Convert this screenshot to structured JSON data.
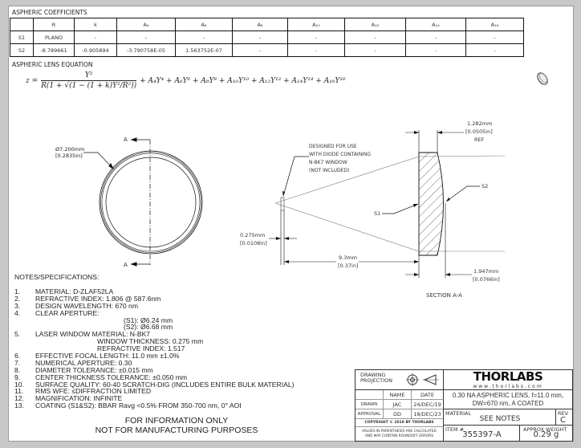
{
  "coefficients": {
    "title": "ASPHERIC COEFFICIENTS",
    "headers": [
      "",
      "R",
      "k",
      "A₄",
      "A₆",
      "A₈",
      "A₁₀",
      "A₁₂",
      "A₁₄",
      "A₁₆"
    ],
    "rows": [
      [
        "S1",
        "PLANO",
        "-",
        "-",
        "-",
        "-",
        "-",
        "-",
        "-",
        "-"
      ],
      [
        "S2",
        "-8.789661",
        "-0.905894",
        "-3.790758E-05",
        "1.563752E-07",
        "-",
        "-",
        "-",
        "-",
        "-"
      ]
    ]
  },
  "equation": {
    "title": "ASPHERIC LENS  EQUATION",
    "lhs": "z =",
    "numerator": "Y²",
    "denominator": "R(1 + √(1 − (1 + k)Y²/R²))",
    "terms": "+ A₄Y⁴ + A₆Y⁶ + A₈Y⁸ + A₁₀Y¹⁰ + A₁₂Y¹² + A₁₄Y¹⁴ + A₁₆Y¹⁶"
  },
  "front_view": {
    "diameter_mm": "Ø7.200mm",
    "diameter_in": "[0.2835in]",
    "section_label": "A"
  },
  "section_view": {
    "note_lines": [
      "DESIGNED FOR USE",
      "WITH DIODE CONTAINING",
      "N-BK7 WINDOW",
      "(NOT INCLUDED)"
    ],
    "edge_thickness_mm": "1.282mm",
    "edge_thickness_in": "[0.0505in]",
    "edge_ref": "REF",
    "s1": "S1",
    "s2": "S2",
    "window_mm": "0.275mm",
    "window_in": "[0.0108in]",
    "working_distance_mm": "9.3mm",
    "working_distance_in": "[0.37in]",
    "center_thickness_mm": "1.947mm",
    "center_thickness_in": "[0.0766in]",
    "title": "SECTION A-A"
  },
  "notes": {
    "title": "NOTES/SPECIFICATIONS:",
    "items": [
      {
        "num": "1.",
        "text": "MATERIAL: D-ZLAF52LA",
        "indent": 0
      },
      {
        "num": "2.",
        "text": "REFRACTIVE INDEX: 1.806 @ 587.6nm",
        "indent": 0
      },
      {
        "num": "3.",
        "text": "DESIGN WAVELENGTH: 670 nm",
        "indent": 0
      },
      {
        "num": "4.",
        "text": "CLEAR APERTURE:",
        "indent": 0
      },
      {
        "num": "",
        "text": "(S1): Ø6.24 mm",
        "indent": 2
      },
      {
        "num": "",
        "text": "(S2): Ø6.68 mm",
        "indent": 2
      },
      {
        "num": "5.",
        "text": "LASER WINDOW MATERIAL: N-BK7",
        "indent": 0
      },
      {
        "num": "",
        "text": "WINDOW THICKNESS: 0.275 mm",
        "indent": 1
      },
      {
        "num": "",
        "text": "REFRACTIVE INDEX: 1.517",
        "indent": 1
      },
      {
        "num": "6.",
        "text": "EFFECTIVE FOCAL LENGTH: 11.0 mm ±1.0%",
        "indent": 0
      },
      {
        "num": "7.",
        "text": "NUMERICAL APERTURE: 0.30",
        "indent": 0
      },
      {
        "num": "8.",
        "text": "DIAMETER TOLERANCE: ±0.015 mm",
        "indent": 0
      },
      {
        "num": "9.",
        "text": "CENTER THICKNESS TOLERANCE: ±0.050 mm",
        "indent": 0
      },
      {
        "num": "10.",
        "text": "SURFACE QUALITY: 60-40 SCRATCH-DIG (INCLUDES ENTIRE BULK MATERIAL)",
        "indent": 0
      },
      {
        "num": "11.",
        "text": "RMS WFE: ≤DIFFRACTION LIMITED",
        "indent": 0
      },
      {
        "num": "12.",
        "text": "MAGNIFICATION: INFINITE",
        "indent": 0
      },
      {
        "num": "13.",
        "text": "COATING (S1&S2): BBAR Ravg <0.5% FROM 350-700 nm, 0° AOI",
        "indent": 0
      }
    ],
    "disclaimer_1": "FOR INFORMATION ONLY",
    "disclaimer_2": "NOT FOR MANUFACTURING PURPOSES"
  },
  "title_block": {
    "projection_label_1": "DRAWING",
    "projection_label_2": "PROJECTION",
    "name_header": "NAME",
    "date_header": "DATE",
    "drawn_label": "DRAWN",
    "drawn_name": "JAC",
    "drawn_date": "24/DEC/19",
    "approval_label": "APPROVAL",
    "approval_name": "DD",
    "approval_date": "18/DEC/23",
    "copyright": "COPYRIGHT © 2019 BY THORLABS",
    "rounding_1": "VALUES IN PARENTHESIS ARE CALCULATED",
    "rounding_2": "AND MAY CONTAIN ROUNDOFF ERRORS",
    "logo": "THORLABS",
    "website": "www.thorlabs.com",
    "description_1": "0.30 NA ASPHERIC LENS, f=11.0 mm,",
    "description_2": "DW=670 nm, A COATED",
    "material_label": "MATERIAL",
    "material_value": "SEE NOTES",
    "rev_label": "REV",
    "rev_value": "C",
    "item_label": "ITEM #",
    "item_value": "355397-A",
    "weight_label": "APPROX WEIGHT",
    "weight_value": "0.29 g"
  }
}
